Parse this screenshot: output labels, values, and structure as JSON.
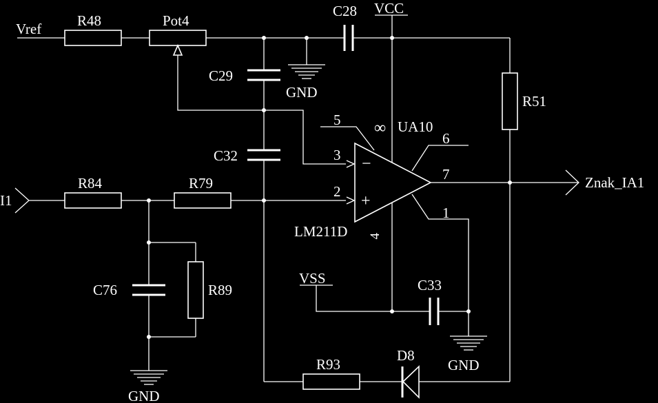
{
  "colors": {
    "background": "#000000",
    "foreground": "#ffffff"
  },
  "icons": {
    "input_port": "arrow-input-port-icon",
    "output_port": "arrow-output-port-icon",
    "ground": "ground-symbol-icon",
    "opamp": "comparator-triangle-icon",
    "diode": "diode-icon"
  },
  "nets": {
    "vref": "Vref",
    "vcc": "VCC",
    "vss": "VSS",
    "input": "I1",
    "output": "Znak_IA1",
    "gnd": "GND"
  },
  "components": {
    "r48": "R48",
    "pot4": "Pot4",
    "c28": "C28",
    "c29": "C29",
    "c32": "C32",
    "r51": "R51",
    "r84": "R84",
    "r79": "R79",
    "c76": "C76",
    "r89": "R89",
    "c33": "C33",
    "r93": "R93",
    "d8": "D8"
  },
  "opamp": {
    "ref": "UA10",
    "part": "LM211D",
    "inv_sign": "−",
    "noninv_sign": "+",
    "power_mark": "∞",
    "pins": {
      "p1": "1",
      "p2": "2",
      "p3": "3",
      "p4": "4",
      "p5": "5",
      "p6": "6",
      "p7": "7"
    }
  }
}
